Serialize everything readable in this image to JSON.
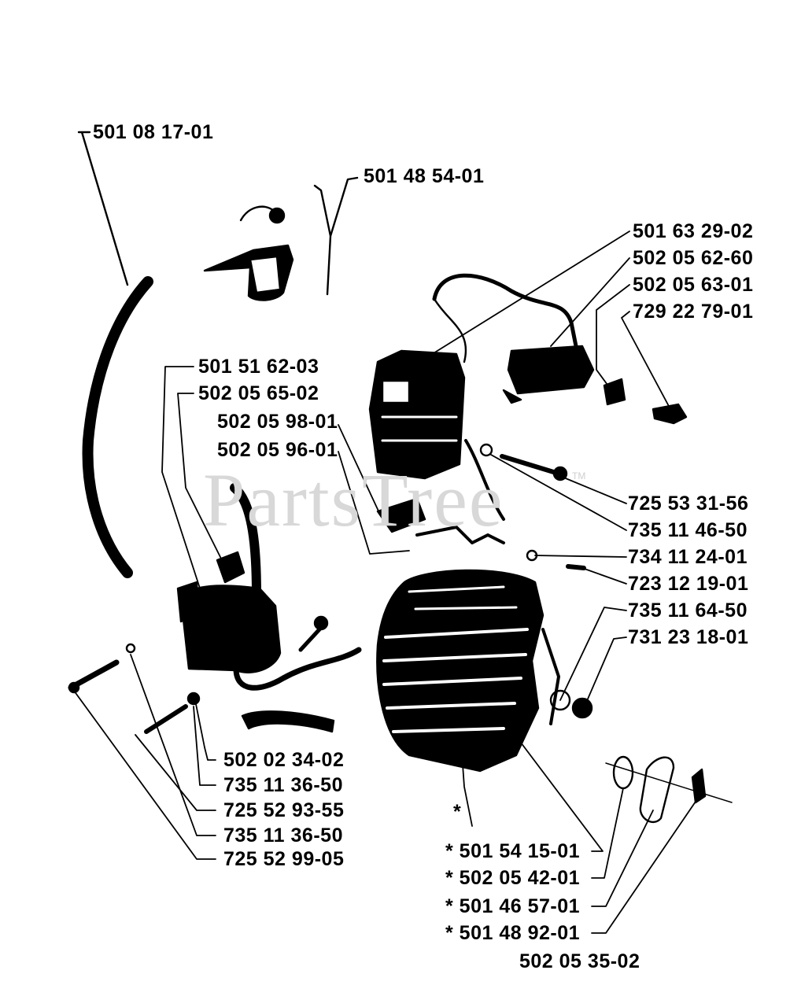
{
  "watermark": {
    "text": "PartsTree",
    "tm": "TM"
  },
  "labels": [
    {
      "id": "l1",
      "text": "501 08 17-01"
    },
    {
      "id": "l2",
      "text": "501 48 54-01"
    },
    {
      "id": "l3",
      "text": "501 63 29-02"
    },
    {
      "id": "l4",
      "text": "502 05 62-60"
    },
    {
      "id": "l5",
      "text": "502 05 63-01"
    },
    {
      "id": "l6",
      "text": "729 22 79-01"
    },
    {
      "id": "l7",
      "text": "501 51 62-03"
    },
    {
      "id": "l8",
      "text": "502 05 65-02"
    },
    {
      "id": "l9",
      "text": "502 05 98-01"
    },
    {
      "id": "l10",
      "text": "502 05 96-01"
    },
    {
      "id": "l11",
      "text": "725 53 31-56"
    },
    {
      "id": "l12",
      "text": "735 11 46-50"
    },
    {
      "id": "l13",
      "text": "734 11 24-01"
    },
    {
      "id": "l14",
      "text": "723 12 19-01"
    },
    {
      "id": "l15",
      "text": "735 11 64-50"
    },
    {
      "id": "l16",
      "text": "731 23 18-01"
    },
    {
      "id": "l17",
      "text": "502 02 34-02"
    },
    {
      "id": "l18",
      "text": "735 11 36-50"
    },
    {
      "id": "l19",
      "text": "725 52 93-55"
    },
    {
      "id": "l20",
      "text": "735 11 36-50"
    },
    {
      "id": "l21",
      "text": "725 52 99-05"
    },
    {
      "id": "l22",
      "text": "*  501 54 15-01"
    },
    {
      "id": "l23",
      "text": "*  502 05 42-01"
    },
    {
      "id": "l24",
      "text": "*  501 46 57-01"
    },
    {
      "id": "l25",
      "text": "*  501 48 92-01"
    },
    {
      "id": "l26",
      "text": "502 05 35-02"
    }
  ],
  "asterisk": "*"
}
